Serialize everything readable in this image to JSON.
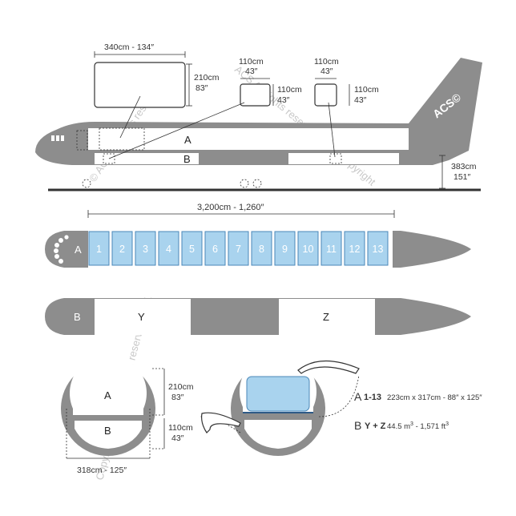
{
  "top_view": {
    "box_large": {
      "width": "340cm - 134″",
      "height_cm": "210cm",
      "height_in": "83″"
    },
    "box_small_1": {
      "width_cm": "110cm",
      "width_in": "43″",
      "height_cm": "110cm",
      "height_in": "43″"
    },
    "box_small_2": {
      "width_cm": "110cm",
      "width_in": "43″",
      "height_cm": "110cm",
      "height_in": "43″"
    },
    "deck_a": "A",
    "deck_b": "B",
    "ground_height_cm": "383cm",
    "ground_height_in": "151″",
    "tail_logo": "ACS©"
  },
  "main_deck": {
    "length": "3,200cm - 1,260″",
    "label": "A",
    "positions": [
      "1",
      "2",
      "3",
      "4",
      "5",
      "6",
      "7",
      "8",
      "9",
      "10",
      "11",
      "12",
      "13"
    ]
  },
  "lower_deck": {
    "label": "B",
    "hold_1": "Y",
    "hold_2": "Z"
  },
  "cross_section": {
    "label_a": "A",
    "label_b": "B",
    "upper_height_cm": "210cm",
    "upper_height_in": "83″",
    "lower_height_cm": "110cm",
    "lower_height_in": "43″",
    "width": "318cm - 125″"
  },
  "legend": {
    "a_letter": "A",
    "a_range": "1-13",
    "a_desc": "223cm x 317cm - 88″ x 125″",
    "b_letter": "B",
    "b_range": "Y + Z",
    "b_desc_1": "44.5 m",
    "b_sup_1": "3",
    "b_desc_2": " - 1,571 ft",
    "b_sup_2": "3"
  },
  "watermarks": [
    "© ACS All rights reserved 2011",
    "ACS All rights reserved 2011 Copyright",
    "Copyright © ACS All rights reserved 2011"
  ],
  "colors": {
    "fuselage": "#8d8d8d",
    "uld_fill": "#a9d3ee",
    "uld_stroke": "#4a87b8",
    "floor_line": "#2e5a87"
  }
}
